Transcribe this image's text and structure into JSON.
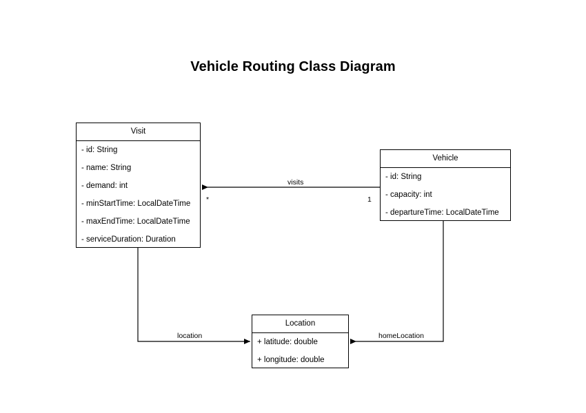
{
  "diagram": {
    "title": "Vehicle Routing Class Diagram",
    "type": "uml-class-diagram",
    "background": "#ffffff",
    "stroke_color": "#000000",
    "classes": [
      {
        "id": "visit",
        "name": "Visit",
        "attributes": [
          "- id: String",
          "- name: String",
          "- demand: int",
          "- minStartTime: LocalDateTime",
          "- maxEndTime: LocalDateTime",
          "- serviceDuration: Duration"
        ]
      },
      {
        "id": "vehicle",
        "name": "Vehicle",
        "attributes": [
          "- id: String",
          "- capacity: int",
          "- departureTime: LocalDateTime"
        ]
      },
      {
        "id": "location",
        "name": "Location",
        "attributes": [
          "+ latitude: double",
          "+ longitude: double"
        ]
      }
    ],
    "relationships": [
      {
        "id": "visits",
        "label": "visits",
        "from": "Vehicle",
        "to": "Visit",
        "source_multiplicity": "1",
        "target_multiplicity": "*"
      },
      {
        "id": "location",
        "label": "location",
        "from": "Visit",
        "to": "Location"
      },
      {
        "id": "homeLocation",
        "label": "homeLocation",
        "from": "Vehicle",
        "to": "Location"
      }
    ]
  }
}
